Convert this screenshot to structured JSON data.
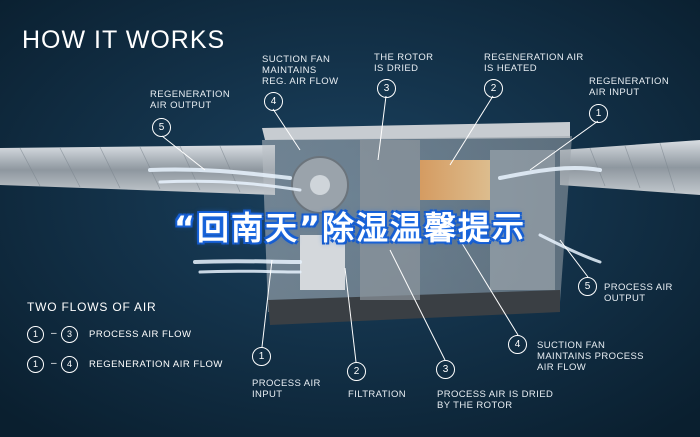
{
  "title": "HOW IT WORKS",
  "banner": "“回南天”除湿温馨提示",
  "top_labels": [
    {
      "num": "5",
      "text": "REGENERATION\nAIR OUTPUT"
    },
    {
      "num": "4",
      "text": "SUCTION FAN\nMAINTAINS\nREG. AIR FLOW"
    },
    {
      "num": "3",
      "text": "THE ROTOR\nIS DRIED"
    },
    {
      "num": "2",
      "text": "REGENERATION AIR\nIS HEATED"
    },
    {
      "num": "1",
      "text": "REGENERATION\nAIR INPUT"
    }
  ],
  "bottom_labels": [
    {
      "num": "1",
      "text": "PROCESS AIR\nINPUT"
    },
    {
      "num": "2",
      "text": "FILTRATION"
    },
    {
      "num": "3",
      "text": "PROCESS AIR IS DRIED\nBY THE ROTOR"
    },
    {
      "num": "4",
      "text": "SUCTION FAN\nMAINTAINS PROCESS\nAIR FLOW"
    },
    {
      "num": "5",
      "text": "PROCESS AIR\nOUTPUT"
    }
  ],
  "legend": {
    "title": "TWO FLOWS OF AIR",
    "rows": [
      {
        "from": "1",
        "to": "3",
        "label": "PROCESS AIR FLOW"
      },
      {
        "from": "1",
        "to": "4",
        "label": "REGENERATION AIR FLOW"
      }
    ]
  },
  "colors": {
    "background": "#0f2a3e",
    "banner_glow": "#1e6ee8",
    "airflow": "#cfe6ff"
  }
}
